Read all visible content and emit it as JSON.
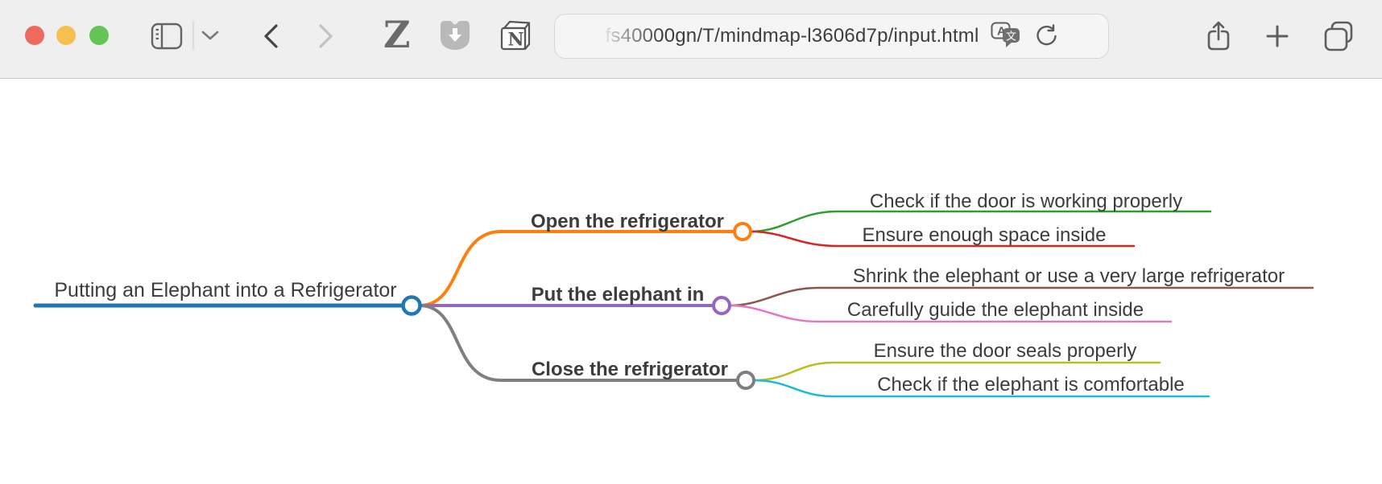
{
  "browser": {
    "traffic_lights": {
      "close_color": "#ed6a5e",
      "minimize_color": "#f5c04e",
      "zoom_color": "#62c554"
    },
    "toolbar": {
      "url_visible_text": "fs40000gn/T/mindmap-l3606d7p/input.html",
      "zotero_glyph": "Z",
      "notion_glyph": "N",
      "translate_back_glyph": "A",
      "translate_front_glyph": "文"
    }
  },
  "mindmap": {
    "text_color": "#3c3c3c",
    "root": {
      "label": "Putting an Elephant into a Refrigerator",
      "color": "#1f77b4"
    },
    "branches": [
      {
        "label": "Open the refrigerator",
        "color": "#ff7f0e",
        "children": [
          {
            "label": "Check if the door is working properly",
            "color": "#2ca02c"
          },
          {
            "label": "Ensure enough space inside",
            "color": "#d62728"
          }
        ]
      },
      {
        "label": "Put the elephant in",
        "color": "#9467bd",
        "children": [
          {
            "label": "Shrink the elephant or use a very large refrigerator",
            "color": "#8c564b"
          },
          {
            "label": "Carefully guide the elephant inside",
            "color": "#e377c2"
          }
        ]
      },
      {
        "label": "Close the refrigerator",
        "color": "#7f7f7f",
        "children": [
          {
            "label": "Ensure the door seals properly",
            "color": "#bcbd22"
          },
          {
            "label": "Check if the elephant is comfortable",
            "color": "#17becf"
          }
        ]
      }
    ]
  }
}
